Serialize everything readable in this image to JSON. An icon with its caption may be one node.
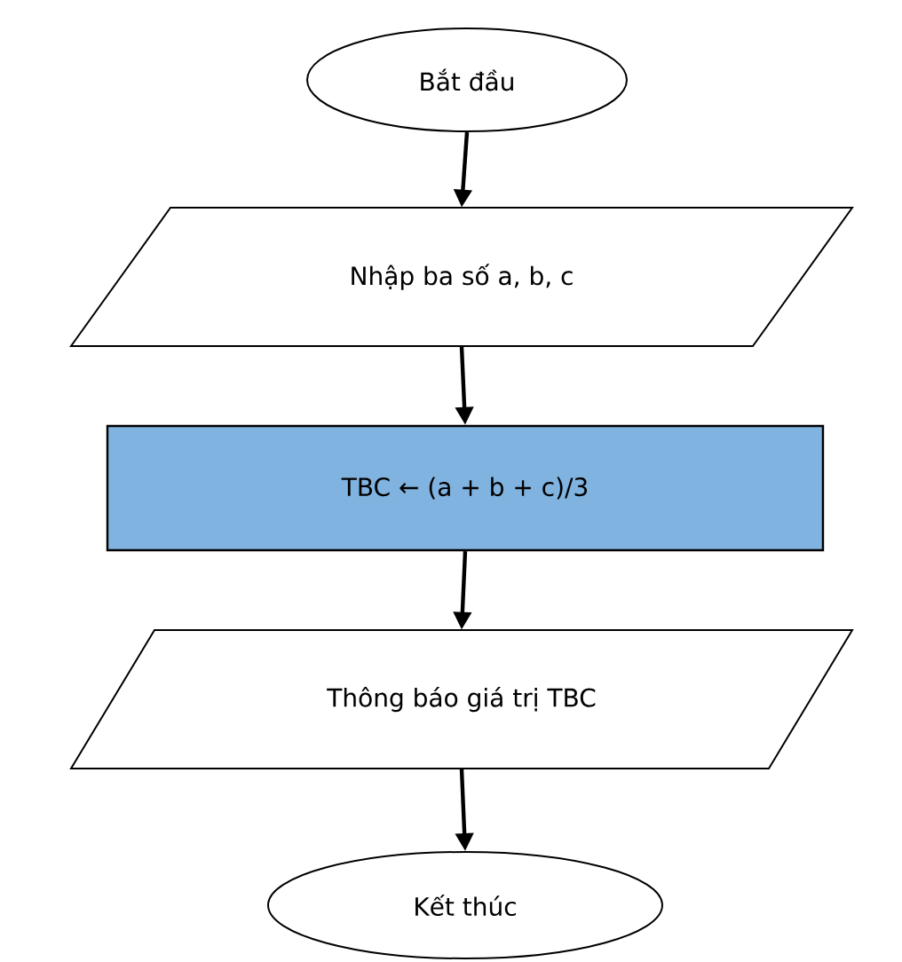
{
  "diagram": {
    "nodes": [
      {
        "text": [
          "Bắt đầu"
        ]
      },
      {
        "text": [
          "Nhập ba số a, b, c"
        ]
      },
      {
        "text": [
          "TBC ← (a + b + c)/3"
        ]
      },
      {
        "text": [
          "Thông báo giá trị TBC"
        ]
      },
      {
        "text": [
          "Kết thúc"
        ]
      }
    ],
    "edges": [
      {
        "from": 0,
        "to": 1,
        "arrow": "to"
      },
      {
        "from": 1,
        "to": 2,
        "arrow": "to"
      },
      {
        "from": 2,
        "to": 3,
        "arrow": "to"
      },
      {
        "from": 3,
        "to": 4,
        "arrow": "to"
      }
    ]
  }
}
